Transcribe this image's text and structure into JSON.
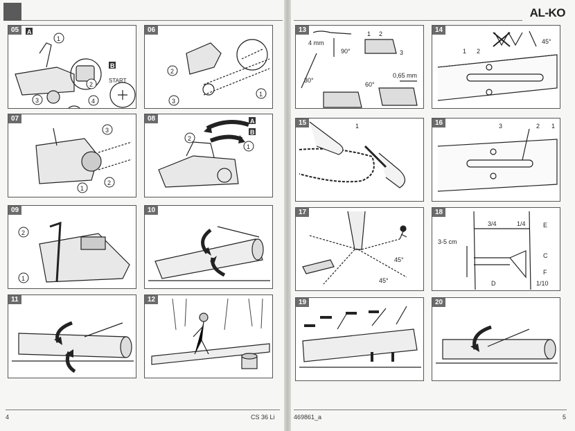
{
  "brand": "AL-KO",
  "footer": {
    "left_page_number": "4",
    "model": "CS 36 Li",
    "doc_number": "469861_a",
    "right_page_number": "5"
  },
  "panels": {
    "p05": {
      "number": "05",
      "badge_a": "A",
      "badge_b": "B",
      "start": "START",
      "c1": "1",
      "c2": "2",
      "c3": "3",
      "c4": "4"
    },
    "p06": {
      "number": "06",
      "c1": "1",
      "c2": "2",
      "c3": "3"
    },
    "p07": {
      "number": "07",
      "c1": "1",
      "c2": "2",
      "c3": "3"
    },
    "p08": {
      "number": "08",
      "badge_a": "A",
      "badge_b": "B",
      "c1": "1",
      "c2": "2"
    },
    "p09": {
      "number": "09",
      "c1": "1",
      "c2": "2"
    },
    "p10": {
      "number": "10"
    },
    "p11": {
      "number": "11"
    },
    "p12": {
      "number": "12"
    },
    "p13": {
      "number": "13",
      "dim1": "4 mm",
      "dim2": "90°",
      "dim3": "30°",
      "dim4": "60°",
      "dim5": "0,65 mm",
      "n1": "1",
      "n2": "2",
      "n3": "3"
    },
    "p14": {
      "number": "14",
      "angle": "45°",
      "n1": "1",
      "n2": "2"
    },
    "p15": {
      "number": "15",
      "n1": "1"
    },
    "p16": {
      "number": "16",
      "n1": "1",
      "n2": "2",
      "n3": "3"
    },
    "p17": {
      "number": "17",
      "a1": "45°",
      "a2": "45°"
    },
    "p18": {
      "number": "18",
      "f34": "3/4",
      "f14": "1/4",
      "e": "E",
      "depth": "3-5 cm",
      "c": "C",
      "f": "F",
      "d": "D",
      "f110": "1/10"
    },
    "p19": {
      "number": "19"
    },
    "p20": {
      "number": "20"
    }
  }
}
